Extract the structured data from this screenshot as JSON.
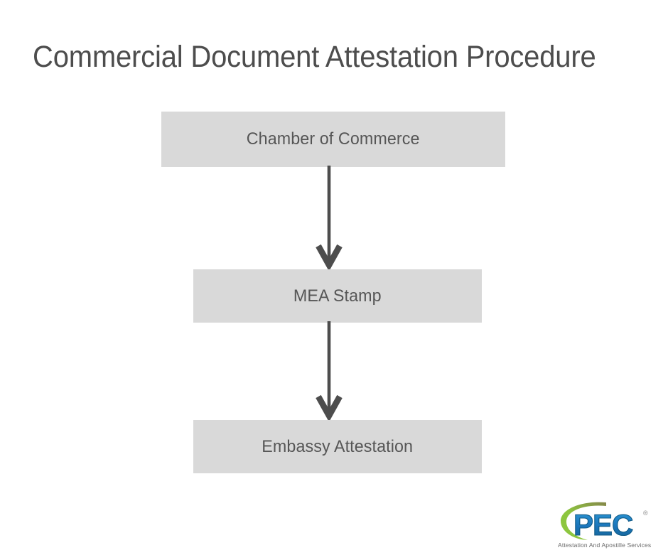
{
  "page": {
    "title": "Commercial Document Attestation Procedure",
    "background_color": "#ffffff",
    "title_color": "#4d4d4d"
  },
  "diagram": {
    "type": "flowchart",
    "direction": "top-to-bottom",
    "box_fill_color": "#d9d9d9",
    "box_text_color": "#565656",
    "arrow_color": "#4d4d4d",
    "steps": [
      {
        "id": "step-1",
        "label": "Chamber of Commerce"
      },
      {
        "id": "step-2",
        "label": "MEA Stamp"
      },
      {
        "id": "step-3",
        "label": "Embassy Attestation"
      }
    ],
    "connectors": [
      {
        "id": "arrow-1",
        "from": "step-1",
        "to": "step-2",
        "icon": "down-arrow-icon"
      },
      {
        "id": "arrow-2",
        "from": "step-2",
        "to": "step-3",
        "icon": "down-arrow-icon"
      }
    ]
  },
  "logo": {
    "name": "PEC",
    "wordmark": "PEC",
    "trademark_symbol": "®",
    "tagline": "Attestation And Apostille Services",
    "wordmark_color": "#1b75bb",
    "swoosh_color_start": "#8dc63f",
    "swoosh_color_end": "#8a8c4a",
    "tagline_color": "#6b6b6b"
  }
}
